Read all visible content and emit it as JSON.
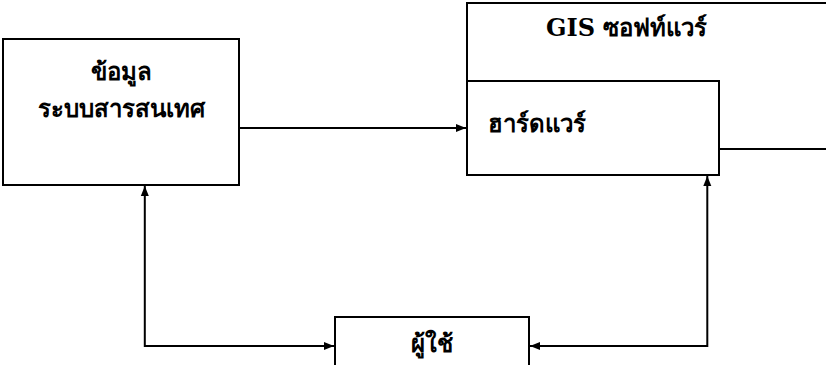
{
  "diagram": {
    "nodes": [
      {
        "text": [
          "ข้อมูล",
          "ระบบสารสนเทศ"
        ]
      },
      {
        "text": [
          "GIS ซอฟท์แวร์"
        ]
      },
      {
        "text": [
          "ฮาร์ดแวร์"
        ]
      },
      {
        "text": [
          "ผู้ใช้"
        ]
      }
    ],
    "edges": [
      {
        "from": 0,
        "to": 2,
        "arrow": "to"
      },
      {
        "from": 0,
        "to": 3,
        "arrow": "both"
      },
      {
        "from": 3,
        "to": 2,
        "arrow": "both"
      }
    ]
  }
}
